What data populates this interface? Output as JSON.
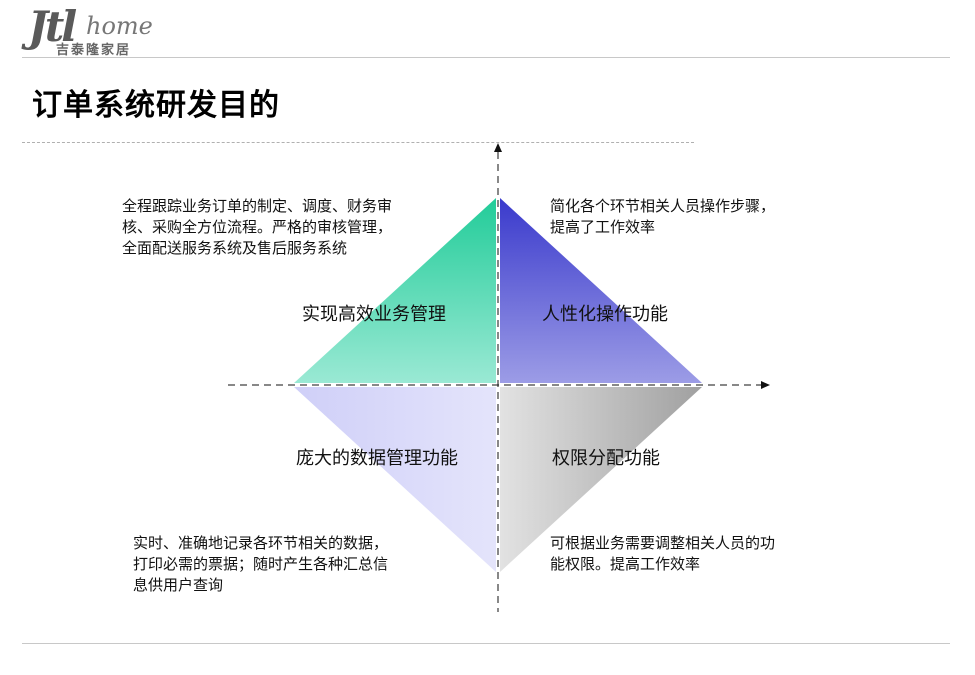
{
  "header": {
    "logo_main": "Jtl",
    "logo_sub": "home",
    "logo_cn": "吉泰隆家居"
  },
  "page_title": "订单系统研发目的",
  "colors": {
    "quadrant_top_left": "#22cc99",
    "quadrant_top_right": "#3a3acc",
    "quadrant_bottom_left": "#cfcff8",
    "quadrant_bottom_right": "#a0a0a0"
  },
  "quadrants": {
    "top_left": {
      "label": "实现高效业务管理",
      "description": [
        "全程跟踪业务订单的制定、调度、财务审",
        "核、采购全方位流程。严格的审核管理，",
        "全面配送服务系统及售后服务系统"
      ]
    },
    "top_right": {
      "label": "人性化操作功能",
      "description": [
        "简化各个环节相关人员操作步骤，",
        "提高了工作效率"
      ]
    },
    "bottom_left": {
      "label": "庞大的数据管理功能",
      "description": [
        "实时、准确地记录各环节相关的数据，",
        "打印必需的票据；随时产生各种汇总信",
        "息供用户查询"
      ]
    },
    "bottom_right": {
      "label": "权限分配功能",
      "description": [
        "可根据业务需要调整相关人员的功",
        "能权限。提高工作效率"
      ]
    }
  }
}
